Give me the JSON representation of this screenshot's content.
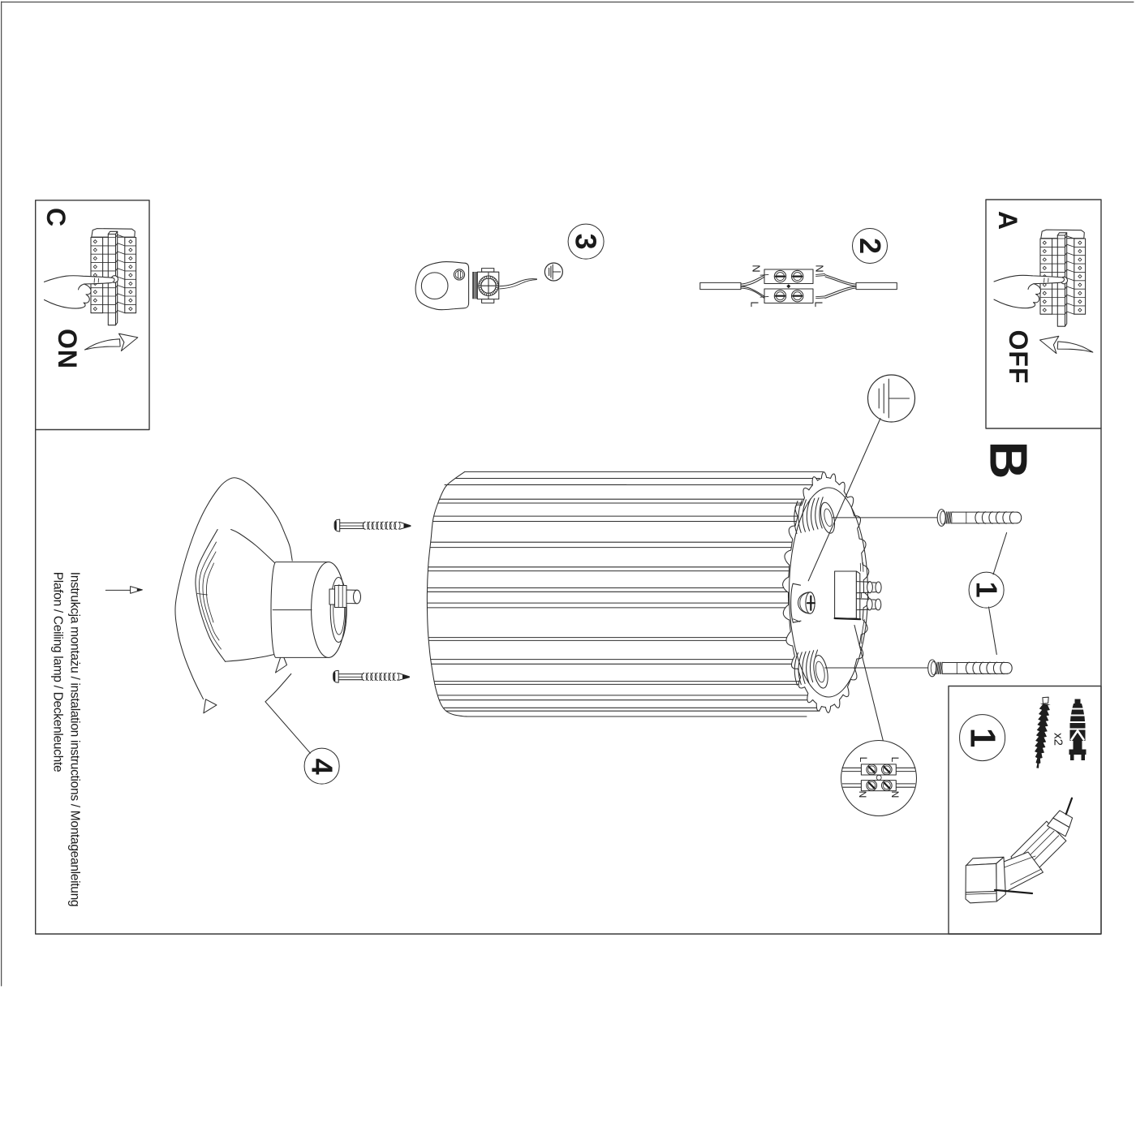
{
  "page": {
    "background": "#ffffff",
    "ink": "#262626"
  },
  "frames": {
    "step_a": {
      "label": "A",
      "action": "OFF"
    },
    "step_b": {
      "label": "B"
    },
    "step_c": {
      "label": "C",
      "action": "ON"
    }
  },
  "callouts": {
    "part1": "1",
    "part2": "2",
    "part3": "3",
    "part4": "4",
    "tools_part": "1",
    "anchors_qty": "x2"
  },
  "wiring": {
    "connector": {
      "top_left": "N",
      "top_right": "N",
      "bottom_left": "L",
      "bottom_right": "L"
    },
    "plate_detail": {
      "top_left": "L",
      "top_right": "L",
      "bottom_left": "N",
      "bottom_right": "N"
    }
  },
  "side_text": {
    "line1": "Instrukcja montażu / instalation instructions / Montageanleitung",
    "line2": "Plafon / Ceiling lamp / Deckenleuchte"
  }
}
